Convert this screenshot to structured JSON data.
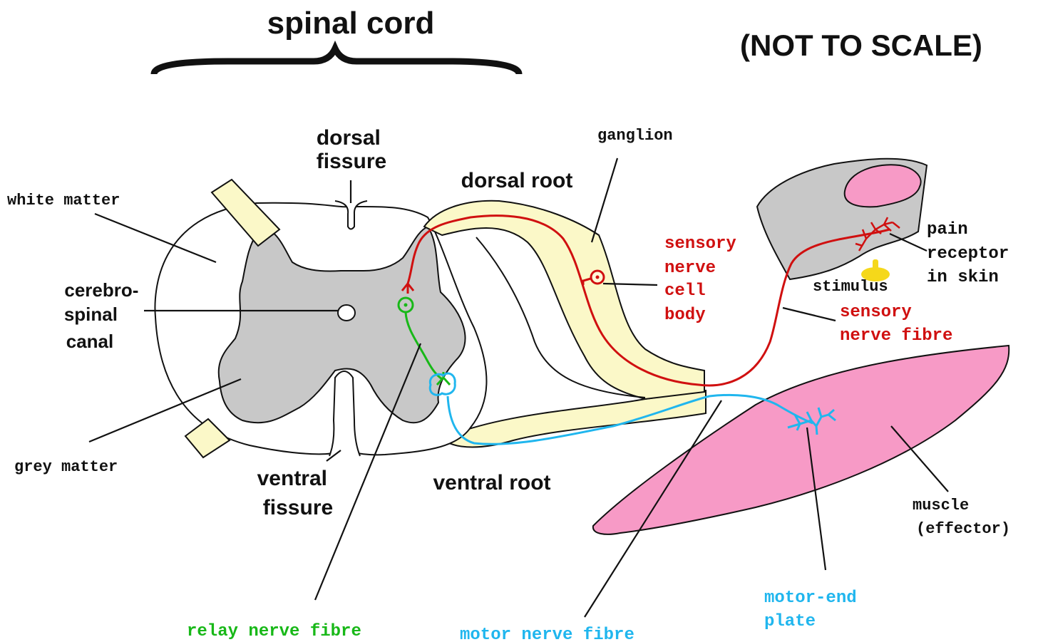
{
  "title": "spinal cord",
  "scale_note": "(NOT TO SCALE)",
  "colors": {
    "grey_matter": "#c8c8c8",
    "root": "#fbf8c8",
    "muscle": "#f79ac6",
    "sensory": "#d01010",
    "relay": "#18b818",
    "motor": "#20b6ee",
    "stimulus": "#f5d81a",
    "outline": "#111111"
  },
  "labels": {
    "white_matter": "white matter",
    "dorsal_fissure": [
      "dorsal",
      "fissure"
    ],
    "dorsal_root": "dorsal root",
    "ganglion": "ganglion",
    "cerebro_spinal_canal": [
      "cerebro-",
      "spinal",
      "canal"
    ],
    "grey_matter": "grey matter",
    "ventral_fissure": [
      "ventral",
      "fissure"
    ],
    "ventral_root": "ventral root",
    "sensory_nerve_cell_body": [
      "sensory",
      "nerve",
      "cell",
      "body"
    ],
    "pain_receptor": [
      "pain",
      "receptor",
      "in skin"
    ],
    "stimulus": "stimulus",
    "sensory_nerve_fibre": [
      "sensory",
      "nerve fibre"
    ],
    "muscle": [
      "muscle",
      "(effector)"
    ],
    "motor_end_plate": [
      "motor-end",
      "plate"
    ],
    "relay_nerve_fibre": "relay nerve fibre",
    "motor_nerve_fibre": "motor nerve fibre"
  }
}
